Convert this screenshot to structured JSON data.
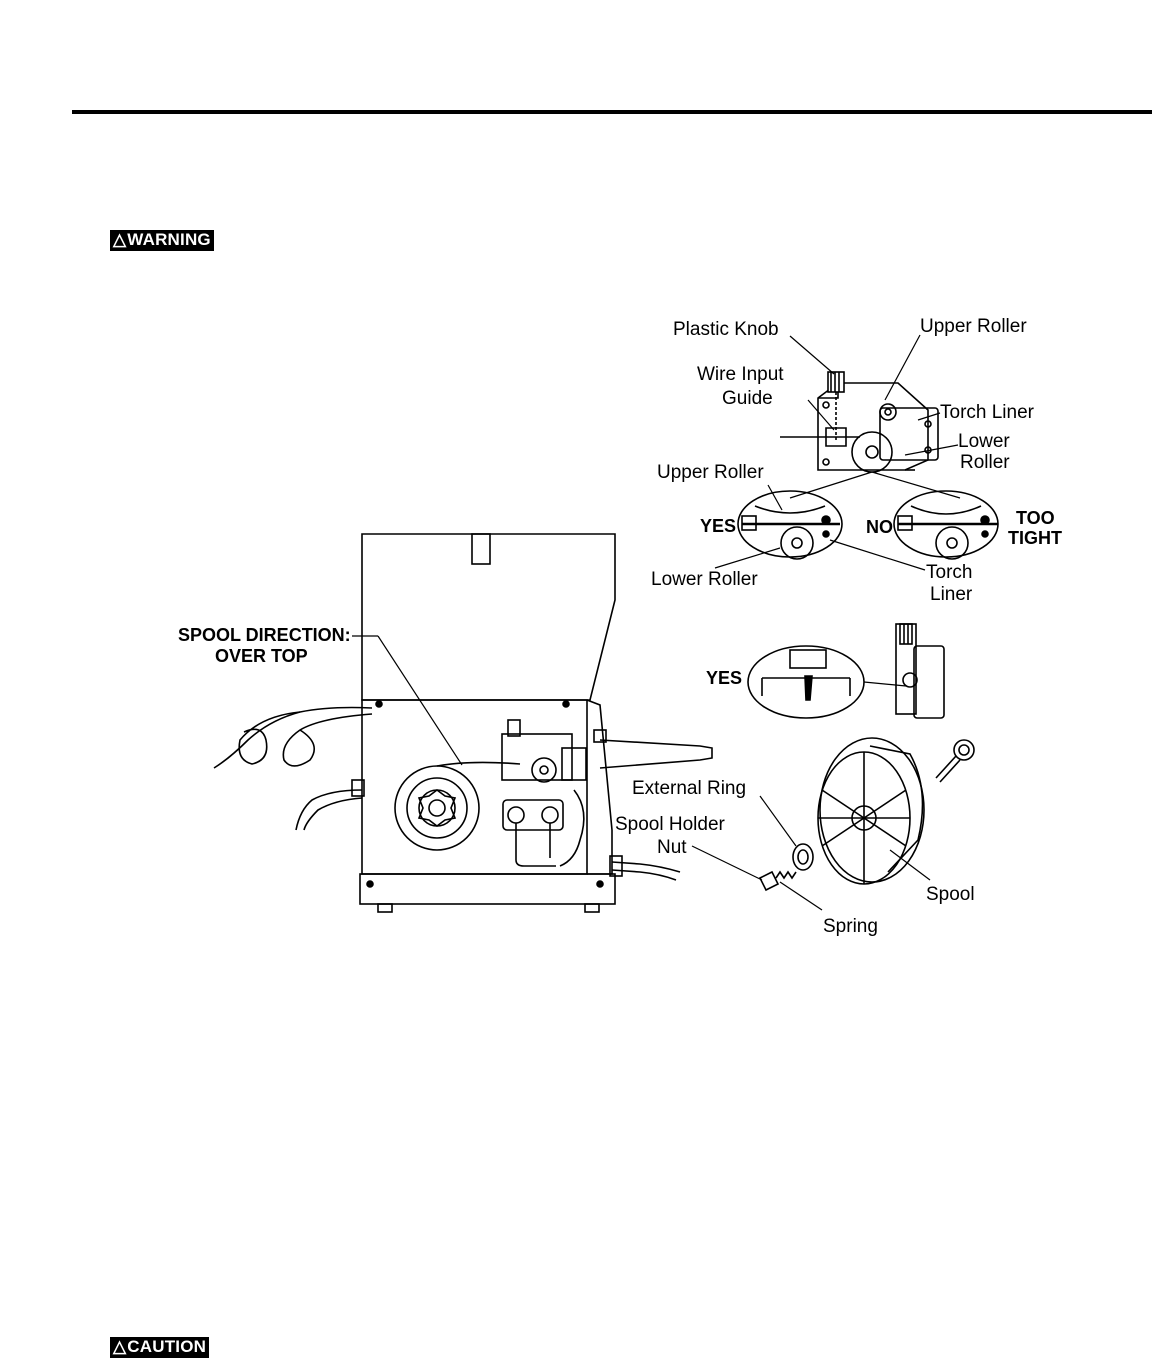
{
  "header": {
    "warning_label": "WARNING",
    "caution_label": "CAUTION"
  },
  "figure": {
    "labels": {
      "plastic_knob": "Plastic Knob",
      "upper_roller": "Upper Roller",
      "wire_input_guide_1": "Wire Input",
      "wire_input_guide_2": "Guide",
      "torch_liner": "Torch Liner",
      "lower_roller_1": "Lower",
      "lower_roller_2": "Roller",
      "upper_roller_detail": "Upper Roller",
      "yes_1": "YES",
      "no": "NO",
      "too_tight_1": "TOO",
      "too_tight_2": "TIGHT",
      "lower_roller_detail": "Lower Roller",
      "torch_liner_detail_1": "Torch",
      "torch_liner_detail_2": "Liner",
      "yes_2": "YES",
      "spool_direction_1": "SPOOL DIRECTION:",
      "spool_direction_2": "OVER TOP",
      "external_ring": "External Ring",
      "spool_holder_nut_1": "Spool Holder",
      "spool_holder_nut_2": "Nut",
      "spool": "Spool",
      "spring": "Spring"
    }
  }
}
